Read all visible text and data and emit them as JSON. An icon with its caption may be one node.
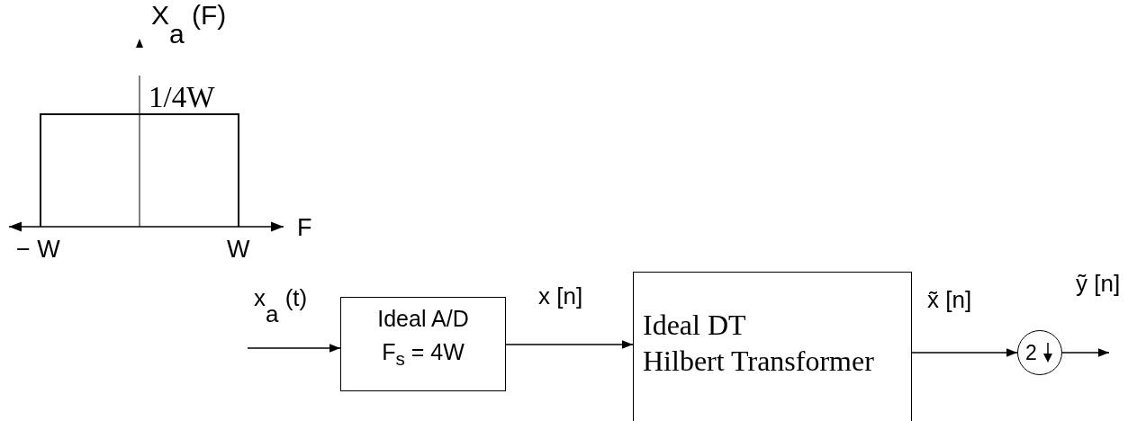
{
  "diagram": {
    "nodes": [
      {
        "text": [
          "Ideal A/D",
          "F$_{s}$ = 4W"
        ]
      },
      {
        "text": [
          "Ideal DT Hilbert Transformer"
        ]
      },
      {
        "text": [
          "2"
        ]
      }
    ],
    "edges": [
      {
        "from": null,
        "to": 0,
        "arrow": "to",
        "label": "x$_{a}$  (t)"
      },
      {
        "from": 0,
        "to": 1,
        "arrow": "to",
        "label": "x [n]"
      },
      {
        "from": 1,
        "to": 2,
        "arrow": "to",
        "label": "x̃ [n]"
      },
      {
        "from": 2,
        "to": null,
        "arrow": "to",
        "label": "ỹ  [n]"
      }
    ],
    "labels": [
      "X$_{a}$ (F)",
      "1/4W",
      "F",
      "− W",
      "W"
    ]
  }
}
